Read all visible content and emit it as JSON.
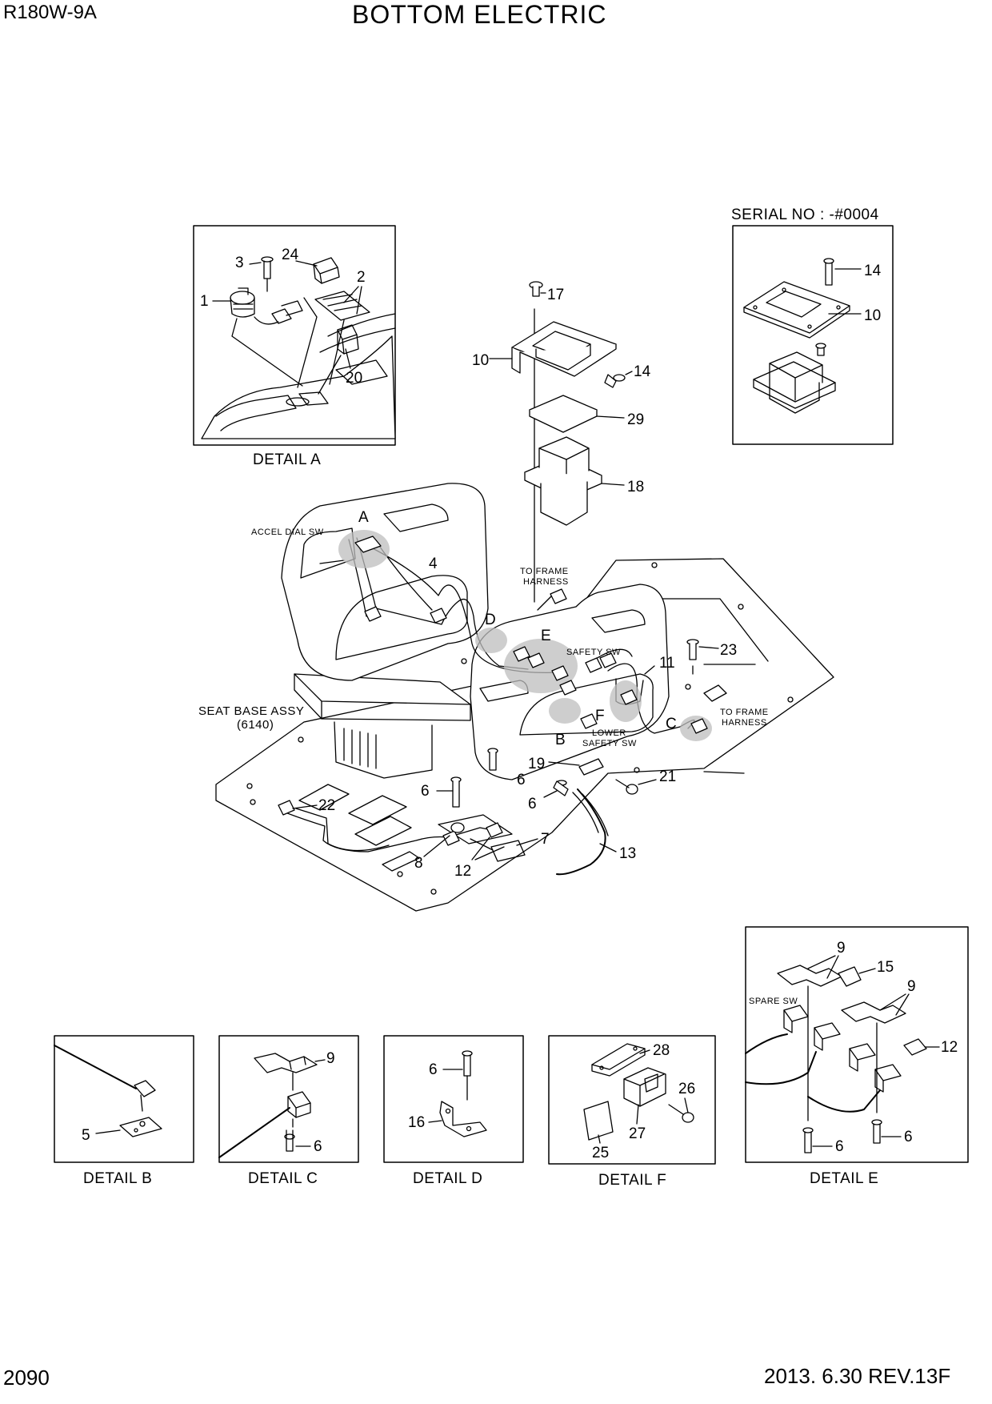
{
  "header": {
    "model": "R180W-9A",
    "title": "BOTTOM ELECTRIC"
  },
  "footer": {
    "page_number": "2090",
    "revision": "2013. 6.30  REV.13F"
  },
  "serial_note": "SERIAL NO : -#0004",
  "details": {
    "a": "DETAIL A",
    "b": "DETAIL B",
    "c": "DETAIL C",
    "d": "DETAIL D",
    "e": "DETAIL E",
    "f": "DETAIL F"
  },
  "annotations": {
    "accel_dial_sw": "ACCEL DIAL SW",
    "to_frame_harness_1": [
      "TO FRAME",
      "HARNESS"
    ],
    "to_frame_harness_2": [
      "TO FRAME",
      "HARNESS"
    ],
    "safety_sw": "SAFETY SW",
    "lower_safety_sw": [
      "LOWER",
      "SAFETY SW"
    ],
    "seat_base_assy": [
      "SEAT BASE ASSY",
      "(6140)"
    ],
    "spare_sw": "SPARE SW"
  },
  "detail_markers": {
    "a": "A",
    "b": "B",
    "c": "C",
    "d": "D",
    "e": "E",
    "f": "F"
  },
  "callouts": {
    "detail_a": {
      "p3": "3",
      "p24": "24",
      "p2": "2",
      "p1": "1",
      "p20": "20"
    },
    "serial": {
      "p14": "14",
      "p10": "10"
    },
    "main": {
      "p17": "17",
      "p10": "10",
      "p14": "14",
      "p29": "29",
      "p18": "18",
      "p4": "4",
      "p11": "11",
      "p23": "23",
      "p19": "19",
      "p6a": "6",
      "p6b": "6",
      "p6c": "6",
      "p21": "21",
      "p22": "22",
      "p7": "7",
      "p8": "8",
      "p12": "12",
      "p13": "13"
    },
    "detail_b": {
      "p5": "5"
    },
    "detail_c": {
      "p9": "9",
      "p6": "6"
    },
    "detail_d": {
      "p6": "6",
      "p16": "16"
    },
    "detail_f": {
      "p28": "28",
      "p26": "26",
      "p27": "27",
      "p25": "25"
    },
    "detail_e": {
      "p9a": "9",
      "p15": "15",
      "p9b": "9",
      "p12": "12",
      "p6a": "6",
      "p6b": "6"
    }
  }
}
